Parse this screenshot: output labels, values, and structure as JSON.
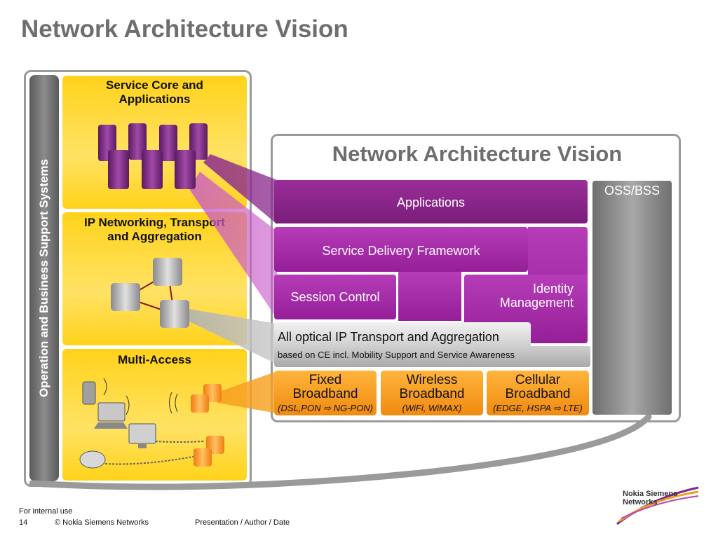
{
  "slide": {
    "title": "Network Architecture Vision"
  },
  "left_panel": {
    "oss_bar_label": "Operation and Business Support Systems",
    "sections": [
      {
        "label_line1": "Service Core and",
        "label_line2": "Applications"
      },
      {
        "label_line1": "IP Networking,  Transport",
        "label_line2": "and Aggregation"
      },
      {
        "label_line1": "Multi-Access"
      }
    ]
  },
  "right_panel": {
    "title": "Network Architecture Vision",
    "oss_bss": "OSS/BSS",
    "applications": "Applications",
    "service_delivery": "Service Delivery Framework",
    "session_control": "Session Control",
    "identity_line1": "Identity",
    "identity_line2": "Management",
    "transport_title": "All optical IP Transport and Aggregation",
    "transport_sub": "based on CE incl. Mobility Support and Service Awareness",
    "access": [
      {
        "line1": "Fixed",
        "line2": "Broadband",
        "sub": "(DSL,PON ⇨ NG-PON)"
      },
      {
        "line1": "Wireless",
        "line2": "Broadband",
        "sub": "(WiFi, WiMAX)"
      },
      {
        "line1": "Cellular",
        "line2": "Broadband",
        "sub": "(EDGE, HSPA ⇨ LTE)"
      }
    ]
  },
  "footer": {
    "internal": "For internal use",
    "page_number": "14",
    "copyright": "© Nokia Siemens Networks",
    "presentation": "Presentation / Author / Date"
  },
  "logo": {
    "line1": "Nokia Siemens",
    "line2": "Networks"
  },
  "colors": {
    "purple": "#8b2a8b",
    "yellow": "#ffd21a",
    "orange": "#f7a020",
    "gray": "#8a8a8a"
  }
}
